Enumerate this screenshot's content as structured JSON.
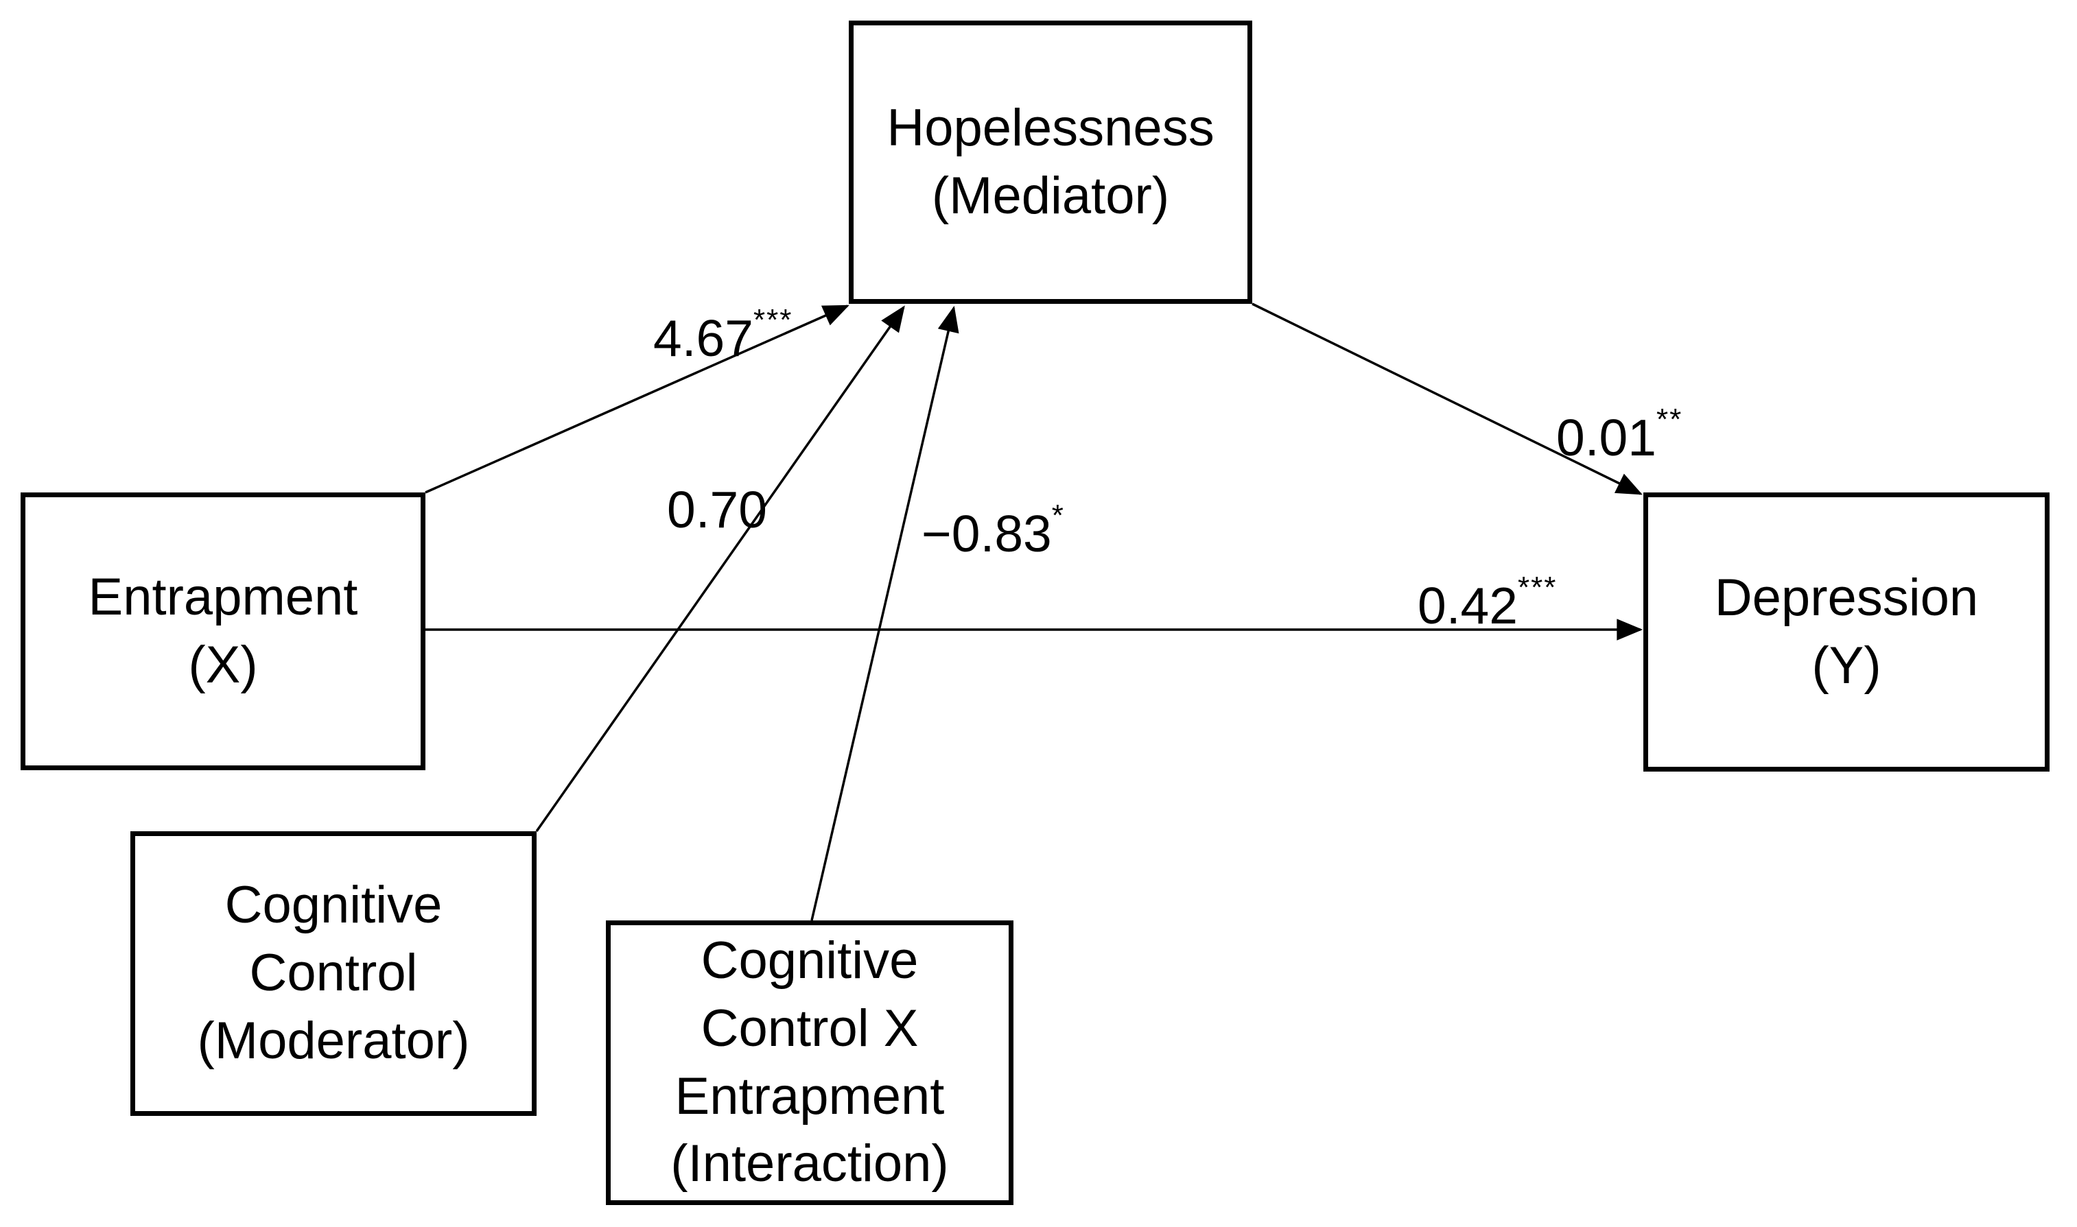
{
  "figure": {
    "type": "path-diagram",
    "background_color": "#ffffff",
    "line_color": "#000000",
    "nodes": {
      "mediator": {
        "lines": [
          "Hopelessness",
          "(Mediator)"
        ]
      },
      "predictor": {
        "lines": [
          "Entrapment",
          "(X)"
        ]
      },
      "outcome": {
        "lines": [
          "Depression",
          "(Y)"
        ]
      },
      "moderator": {
        "lines": [
          "Cognitive",
          "Control",
          "(Moderator)"
        ]
      },
      "interaction": {
        "lines": [
          "Cognitive",
          "Control X",
          "Entrapment",
          "(Interaction)"
        ]
      }
    },
    "paths": {
      "a": {
        "from": "Entrapment (X)",
        "to": "Hopelessness (Mediator)",
        "value": "4.67",
        "stars": "***"
      },
      "moderator": {
        "from": "Cognitive Control (Moderator)",
        "to": "Hopelessness (Mediator)",
        "value": "0.70",
        "stars": ""
      },
      "interaction": {
        "from": "Cognitive Control X Entrapment (Interaction)",
        "to": "Hopelessness (Mediator)",
        "value": "−0.83",
        "stars": "*"
      },
      "b": {
        "from": "Hopelessness (Mediator)",
        "to": "Depression (Y)",
        "value": "0.01",
        "stars": "**"
      },
      "direct": {
        "from": "Entrapment (X)",
        "to": "Depression (Y)",
        "value": "0.42",
        "stars": "***"
      }
    }
  }
}
